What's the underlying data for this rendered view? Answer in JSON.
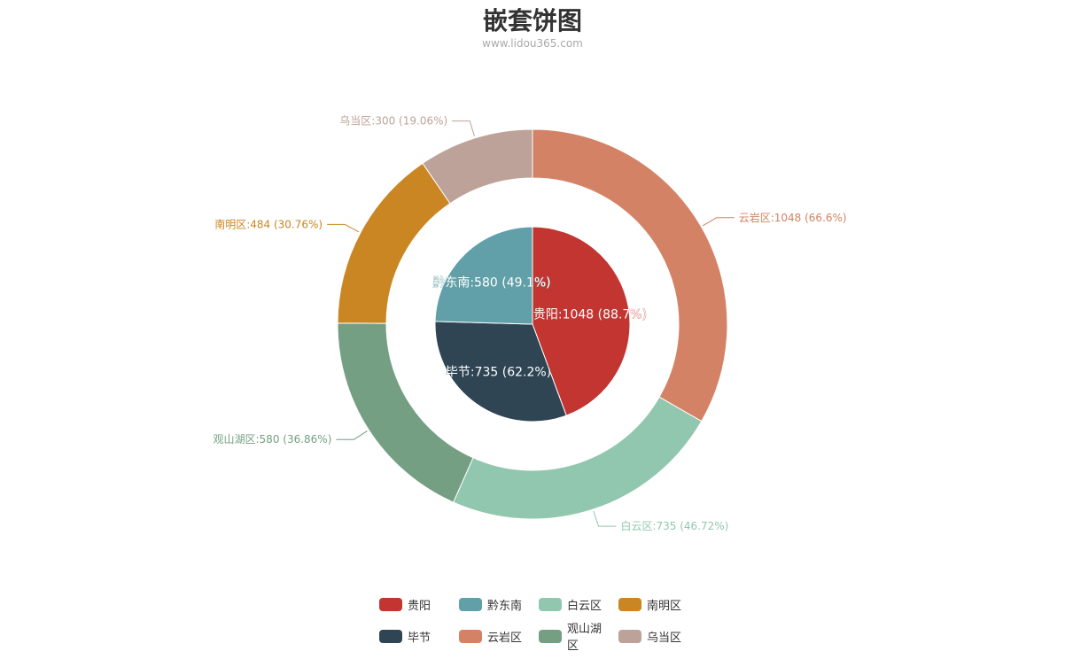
{
  "title": "嵌套饼图",
  "subtitle": "www.lidou365.com",
  "chart_data": {
    "type": "pie",
    "inner": [
      {
        "name": "贵阳",
        "value": 1048,
        "label": "贵阳:1048 (88.7%)",
        "color": "#c23531"
      },
      {
        "name": "毕节",
        "value": 735,
        "label": "毕节:735 (62.2%)",
        "color": "#2f4554"
      },
      {
        "name": "黔东南",
        "value": 580,
        "label": "黔东南:580 (49.1%)",
        "color": "#61a0a8"
      }
    ],
    "outer": [
      {
        "name": "云岩区",
        "value": 1048,
        "label": "云岩区:1048 (66.6%)",
        "color": "#d48265"
      },
      {
        "name": "白云区",
        "value": 735,
        "label": "白云区:735 (46.72%)",
        "color": "#91c7ae"
      },
      {
        "name": "观山湖区",
        "value": 580,
        "label": "观山湖区:580 (36.86%)",
        "color": "#749f83"
      },
      {
        "name": "南明区",
        "value": 484,
        "label": "南明区:484 (30.76%)",
        "color": "#ca8622"
      },
      {
        "name": "乌当区",
        "value": 300,
        "label": "乌当区:300 (19.06%)",
        "color": "#bda29a"
      }
    ],
    "legend": [
      [
        {
          "name": "贵阳",
          "color": "#c23531"
        },
        {
          "name": "黔东南",
          "color": "#61a0a8"
        },
        {
          "name": "白云区",
          "color": "#91c7ae"
        },
        {
          "name": "南明区",
          "color": "#ca8622"
        }
      ],
      [
        {
          "name": "毕节",
          "color": "#2f4554"
        },
        {
          "name": "云岩区",
          "color": "#d48265"
        },
        {
          "name": "观山湖区",
          "color": "#749f83"
        },
        {
          "name": "乌当区",
          "color": "#bda29a"
        }
      ]
    ]
  }
}
